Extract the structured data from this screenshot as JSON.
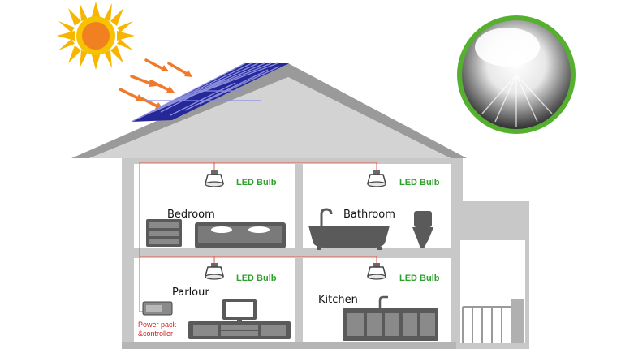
{
  "rooms": {
    "bedroom": "Bedroom",
    "bathroom": "Bathroom",
    "parlour": "Parlour",
    "kitchen": "Kitchen"
  },
  "bulb_label": "LED Bulb",
  "power_pack": {
    "line1": "Power pack",
    "line2": "&controller"
  },
  "colors": {
    "wall": "#c8c8c8",
    "wall_dark": "#a9a9a9",
    "furniture": "#5a5a5a",
    "bulb_text": "#2ea02e",
    "wire": "#e05a4a",
    "sun": "#f7b500",
    "sun_core": "#f08020",
    "panel": "#2a2ea0",
    "inset_ring": "#55b030",
    "power_text": "#d02020"
  },
  "icons": [
    "sun-icon",
    "solar-panel-icon",
    "led-bulb-icon",
    "bed-icon",
    "dresser-icon",
    "bathtub-icon",
    "toilet-icon",
    "tv-icon",
    "kitchen-cabinet-icon",
    "power-pack-icon"
  ]
}
